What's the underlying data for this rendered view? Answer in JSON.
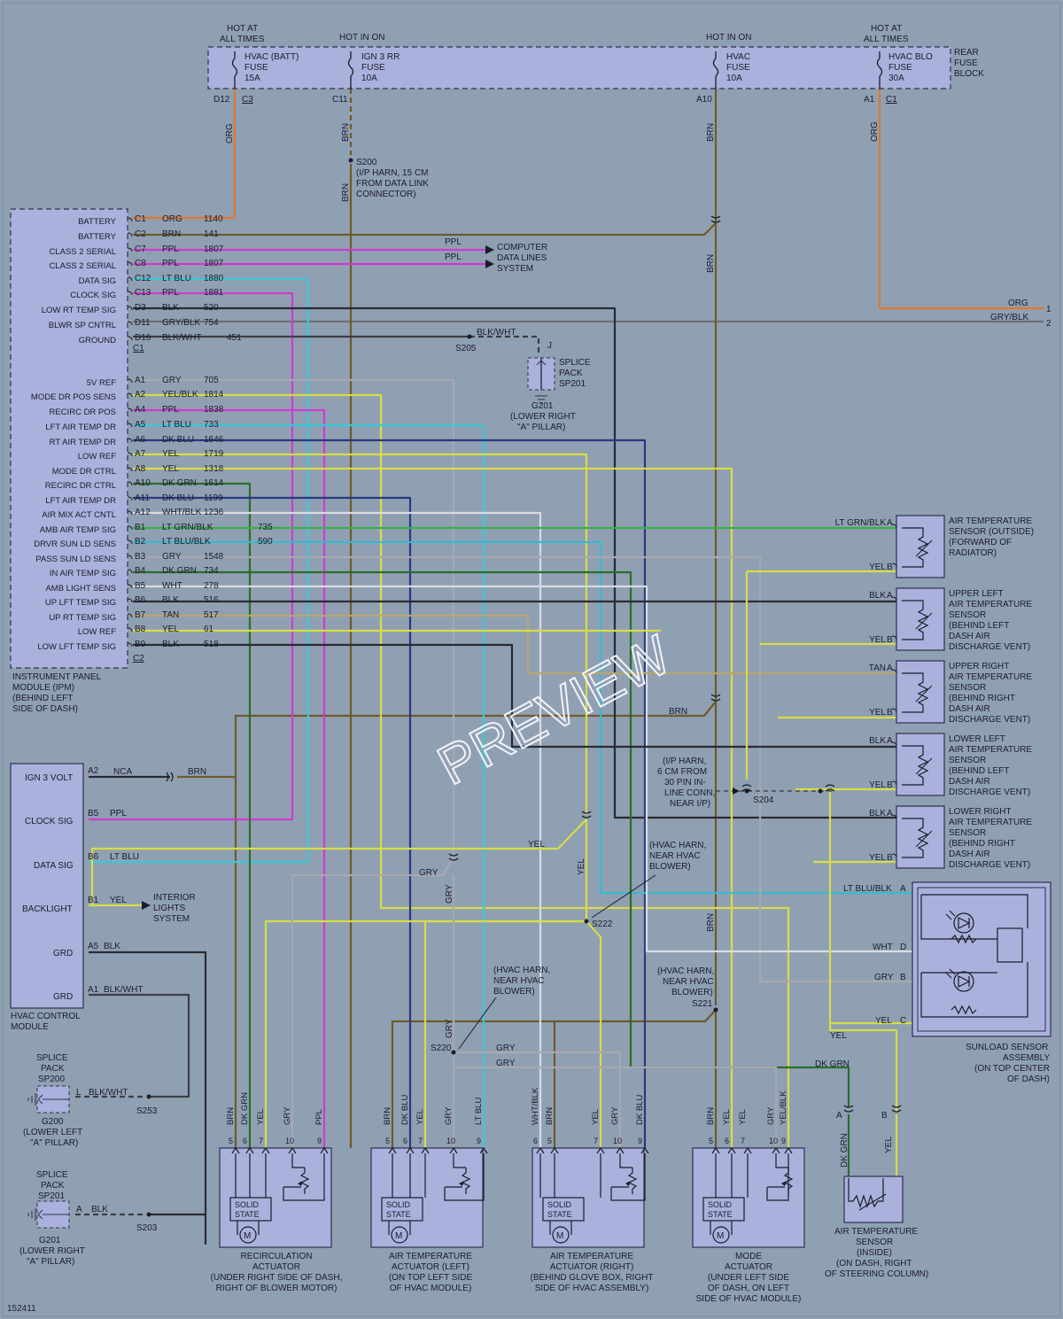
{
  "diagram_id": "152411",
  "watermark": "PREVIEW",
  "colors": {
    "background": "#8fa0b3",
    "module_fill": "#a9b1dc",
    "ORG": "#e0782c",
    "BRN": "#6e5b2a",
    "PPL": "#d03ad0",
    "LT BLU": "#3cc8d6",
    "BLK": "#2a2a33",
    "GRY": "#a8a8ae",
    "YEL": "#d8dc44",
    "DK BLU": "#2a3880",
    "DK GRN": "#2a6d2a",
    "LT GRN": "#3cae4a",
    "WHT": "#d9dbe2",
    "TAN": "#b8a66e",
    "LT BLU/BLK": "#3cb8cc",
    "BLK/WHT": "#3e3e45",
    "GRY/BLK": "#6e6e74"
  },
  "fuse_block": {
    "label": [
      "REAR",
      "FUSE",
      "BLOCK"
    ],
    "fuses": [
      {
        "hot": [
          "HOT AT",
          "ALL TIMES"
        ],
        "name": [
          "HVAC (BATT)",
          "FUSE",
          "15A"
        ],
        "pins": [
          "D12",
          "C3"
        ]
      },
      {
        "hot": [
          "HOT IN ON"
        ],
        "name": [
          "IGN 3 RR",
          "FUSE",
          "10A"
        ],
        "pins": [
          "C11"
        ]
      },
      {
        "hot": [
          "HOT IN ON"
        ],
        "name": [
          "HVAC",
          "FUSE",
          "10A"
        ],
        "pins": [
          "A10"
        ]
      },
      {
        "hot": [
          "HOT AT",
          "ALL TIMES"
        ],
        "name": [
          "HVAC BLO",
          "FUSE",
          "30A"
        ],
        "pins": [
          "A1",
          "C1"
        ]
      }
    ]
  },
  "ipm": {
    "label": [
      "INSTRUMENT PANEL",
      "MODULE (IPM)",
      "(BEHIND LEFT",
      "SIDE OF DASH)"
    ],
    "connector_c1": "C1",
    "connector_c2": "C2",
    "pins": [
      {
        "name": "BATTERY",
        "pin": "C1",
        "color": "ORG",
        "circuit": "1140"
      },
      {
        "name": "BATTERY",
        "pin": "C2",
        "color": "BRN",
        "circuit": "141"
      },
      {
        "name": "CLASS 2 SERIAL",
        "pin": "C7",
        "color": "PPL",
        "circuit": "1807"
      },
      {
        "name": "CLASS 2 SERIAL",
        "pin": "C8",
        "color": "PPL",
        "circuit": "1807"
      },
      {
        "name": "DATA SIG",
        "pin": "C12",
        "color": "LT BLU",
        "circuit": "1880"
      },
      {
        "name": "CLOCK SIG",
        "pin": "C13",
        "color": "PPL",
        "circuit": "1881"
      },
      {
        "name": "LOW RT TEMP SIG",
        "pin": "D3",
        "color": "BLK",
        "circuit": "520"
      },
      {
        "name": "BLWR SP CNTRL",
        "pin": "D11",
        "color": "GRY/BLK",
        "circuit": "754"
      },
      {
        "name": "GROUND",
        "pin": "D16",
        "color": "BLK/WHT",
        "circuit": "451"
      },
      {
        "name": "5V REF",
        "pin": "A1",
        "color": "GRY",
        "circuit": "705"
      },
      {
        "name": "MODE DR POS SENS",
        "pin": "A2",
        "color": "YEL/BLK",
        "circuit": "1814"
      },
      {
        "name": "RECIRC DR POS",
        "pin": "A4",
        "color": "PPL",
        "circuit": "1838"
      },
      {
        "name": "LFT AIR TEMP DR",
        "pin": "A5",
        "color": "LT BLU",
        "circuit": "733"
      },
      {
        "name": "RT AIR TEMP DR",
        "pin": "A6",
        "color": "DK BLU",
        "circuit": "1646"
      },
      {
        "name": "LOW REF",
        "pin": "A7",
        "color": "YEL",
        "circuit": "1719"
      },
      {
        "name": "MODE DR CTRL",
        "pin": "A8",
        "color": "YEL",
        "circuit": "1318"
      },
      {
        "name": "RECIRC DR CTRL",
        "pin": "A10",
        "color": "DK GRN",
        "circuit": "1614"
      },
      {
        "name": "LFT AIR TEMP DR",
        "pin": "A11",
        "color": "DK BLU",
        "circuit": "1199"
      },
      {
        "name": "AIR MIX ACT CNTL",
        "pin": "A12",
        "color": "WHT/BLK",
        "circuit": "1236"
      },
      {
        "name": "AMB AIR TEMP SIG",
        "pin": "B1",
        "color": "LT GRN/BLK",
        "circuit": "735"
      },
      {
        "name": "DRVR SUN LD SENS",
        "pin": "B2",
        "color": "LT BLU/BLK",
        "circuit": "590"
      },
      {
        "name": "PASS SUN LD SENS",
        "pin": "B3",
        "color": "GRY",
        "circuit": "1548"
      },
      {
        "name": "IN AIR TEMP SIG",
        "pin": "B4",
        "color": "DK GRN",
        "circuit": "734"
      },
      {
        "name": "AMB LIGHT SENS",
        "pin": "B5",
        "color": "WHT",
        "circuit": "278"
      },
      {
        "name": "UP LFT TEMP SIG",
        "pin": "B6",
        "color": "BLK",
        "circuit": "516"
      },
      {
        "name": "UP RT TEMP SIG",
        "pin": "B7",
        "color": "TAN",
        "circuit": "517"
      },
      {
        "name": "LOW REF",
        "pin": "B8",
        "color": "YEL",
        "circuit": "61"
      },
      {
        "name": "LOW LFT TEMP SIG",
        "pin": "B9",
        "color": "BLK",
        "circuit": "518"
      }
    ]
  },
  "hvac_control": {
    "label": [
      "HVAC CONTROL",
      "MODULE"
    ],
    "pins": [
      {
        "name": "IGN 3 VOLT",
        "pin": "A2",
        "wire": "NCA",
        "wire2": "BRN"
      },
      {
        "name": "CLOCK SIG",
        "pin": "B5",
        "wire": "PPL"
      },
      {
        "name": "DATA SIG",
        "pin": "B6",
        "wire": "LT BLU"
      },
      {
        "name": "BACKLIGHT",
        "pin": "B1",
        "wire": "YEL"
      },
      {
        "name": "GRD",
        "pin": "A5",
        "wire": "BLK"
      },
      {
        "name": "GRD",
        "pin": "A1",
        "wire": "BLK/WHT"
      }
    ],
    "interior_lights": [
      "INTERIOR",
      "LIGHTS",
      "SYSTEM"
    ]
  },
  "computer_data": [
    "COMPUTER",
    "DATA LINES",
    "SYSTEM"
  ],
  "splices": {
    "s200": [
      "S200",
      "(I/P HARN, 15 CM",
      "FROM DATA LINK",
      "CONNECTOR)"
    ],
    "s205": "S205",
    "sp201_top": [
      "SPLICE",
      "PACK",
      "SP201"
    ],
    "g201_top": [
      "G201",
      "(LOWER RIGHT",
      "\"A\" PILLAR)"
    ],
    "sp200": [
      "SPLICE",
      "PACK",
      "SP200"
    ],
    "g200": [
      "G200",
      "(LOWER LEFT",
      "\"A\" PILLAR)"
    ],
    "sp201_bot": [
      "SPLICE",
      "PACK",
      "SP201"
    ],
    "g201_bot": [
      "G201",
      "(LOWER RIGHT",
      "\"A\" PILLAR)"
    ],
    "s253": "S253",
    "s203": "S203",
    "s204": "S204",
    "s204_note": [
      "(I/P HARN,",
      "6 CM FROM",
      "30 PIN IN-",
      "LINE CONN,",
      "NEAR I/P)"
    ],
    "s222": "S222",
    "s222_note": [
      "(HVAC HARN,",
      "NEAR HVAC",
      "BLOWER)"
    ],
    "s220": "S220",
    "s220_note": [
      "(HVAC HARN,",
      "NEAR HVAC",
      "BLOWER)"
    ],
    "s221": "S221",
    "s221_note": [
      "(HVAC HARN,",
      "NEAR HVAC",
      "BLOWER)"
    ],
    "pin_l": "L",
    "pin_a": "A",
    "pin_j": "J"
  },
  "sensors": [
    {
      "label": [
        "AIR TEMPERATURE",
        "SENSOR (OUTSIDE)",
        "(FORWARD OF",
        "RADIATOR)"
      ],
      "wire_a": "LT GRN/BLK",
      "wire_b": "YEL"
    },
    {
      "label": [
        "UPPER LEFT",
        "AIR TEMPERATURE",
        "SENSOR",
        "(BEHIND LEFT",
        "DASH AIR",
        "DISCHARGE VENT)"
      ],
      "wire_a": "BLK",
      "wire_b": "YEL"
    },
    {
      "label": [
        "UPPER RIGHT",
        "AIR TEMPERATURE",
        "SENSOR",
        "(BEHIND RIGHT",
        "DASH AIR",
        "DISCHARGE VENT)"
      ],
      "wire_a": "TAN",
      "wire_b": "YEL"
    },
    {
      "label": [
        "LOWER LEFT",
        "AIR TEMPERATURE",
        "SENSOR",
        "(BEHIND LEFT",
        "DASH AIR",
        "DISCHARGE VENT)"
      ],
      "wire_a": "BLK",
      "wire_b": "YEL"
    },
    {
      "label": [
        "LOWER RIGHT",
        "AIR TEMPERATURE",
        "SENSOR",
        "(BEHIND RIGHT",
        "DASH AIR",
        "DISCHARGE VENT)"
      ],
      "wire_a": "BLK",
      "wire_b": "YEL"
    }
  ],
  "sunload": {
    "label": [
      "SUNLOAD SENSOR",
      "ASSEMBLY",
      "(ON TOP CENTER",
      "OF DASH)"
    ],
    "wires": [
      {
        "pin": "A",
        "wire": "LT BLU/BLK"
      },
      {
        "pin": "D",
        "wire": "WHT"
      },
      {
        "pin": "B",
        "wire": "GRY"
      },
      {
        "pin": "C",
        "wire": "YEL"
      }
    ]
  },
  "inside_sensor": {
    "label": [
      "AIR TEMPERATURE",
      "SENSOR",
      "(INSIDE)",
      "(ON DASH, RIGHT",
      "OF STEERING COLUMN)"
    ],
    "wire_a": "DK GRN",
    "wire_b": "YEL"
  },
  "actuators": [
    {
      "label": [
        "RECIRCULATION",
        "ACTUATOR",
        "(UNDER RIGHT SIDE OF DASH,",
        "RIGHT OF BLOWER MOTOR)"
      ],
      "wires": [
        "BRN",
        "DK GRN",
        "YEL",
        "GRY",
        "PPL"
      ]
    },
    {
      "label": [
        "AIR TEMPERATURE",
        "ACTUATOR (LEFT)",
        "(ON TOP LEFT SIDE",
        "OF HVAC MODULE)"
      ],
      "wires": [
        "BRN",
        "DK BLU",
        "YEL",
        "GRY",
        "LT BLU"
      ]
    },
    {
      "label": [
        "AIR TEMPERATURE",
        "ACTUATOR (RIGHT)",
        "(BEHIND GLOVE BOX, RIGHT",
        "SIDE OF HVAC ASSEMBLY)"
      ],
      "wires": [
        "WHT/BLK",
        "BRN",
        "YEL",
        "GRY",
        "DK BLU"
      ]
    },
    {
      "label": [
        "MODE",
        "ACTUATOR",
        "(UNDER LEFT SIDE",
        "OF DASH, ON LEFT",
        "SIDE OF HVAC MODULE)"
      ],
      "wires": [
        "BRN",
        "YEL",
        "YEL",
        "GRY",
        "YEL/BLK"
      ]
    }
  ],
  "actuator_pins": [
    "5",
    "6",
    "7",
    "10",
    "9"
  ],
  "solid_state": [
    "SOLID",
    "STATE"
  ],
  "motor_label": "M",
  "right_edge": [
    {
      "num": "1",
      "wire": "ORG"
    },
    {
      "num": "2",
      "wire": "GRY/BLK"
    }
  ],
  "misc_wire_labels": {
    "ppl1": "PPL",
    "ppl2": "PPL",
    "blkwht_s205": "BLK/WHT",
    "brn_mid": "BRN",
    "yel_s222": "YEL",
    "gry_s220a": "GRY",
    "gry_s220b": "GRY",
    "gry_mid": "GRY",
    "gry_v": "GRY",
    "yel_v": "YEL",
    "brn_v": "BRN",
    "dkgrn_right": "DK GRN",
    "yel_right": "YEL",
    "gry_s220v": "GRY",
    "org_left": "ORG",
    "brn_c11": "BRN",
    "brn_c11b": "BRN",
    "brn_a10": "BRN",
    "brn_a10b": "BRN",
    "org_c1": "ORG",
    "org_end": "ORG",
    "gryblk_end": "GRY/BLK",
    "ncabrn": "BRN"
  }
}
